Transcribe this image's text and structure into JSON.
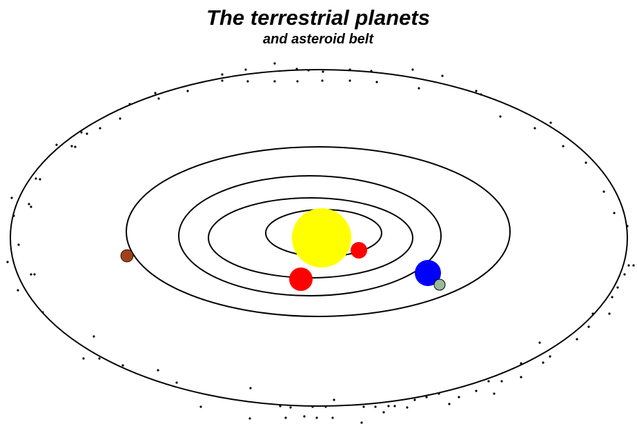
{
  "title": "The terrestrial planets",
  "subtitle": "and asteroid belt",
  "bodies": {
    "sun": {
      "color": "#ffff00"
    },
    "mercury": {
      "color": "#ff0000"
    },
    "venus": {
      "color": "#ff0000"
    },
    "earth": {
      "color": "#0000ff"
    },
    "moon": {
      "color": "#99bb99"
    },
    "mars": {
      "color": "#a0411a"
    }
  },
  "orbit_count": 5,
  "asteroid_belt": {
    "visible": true
  }
}
